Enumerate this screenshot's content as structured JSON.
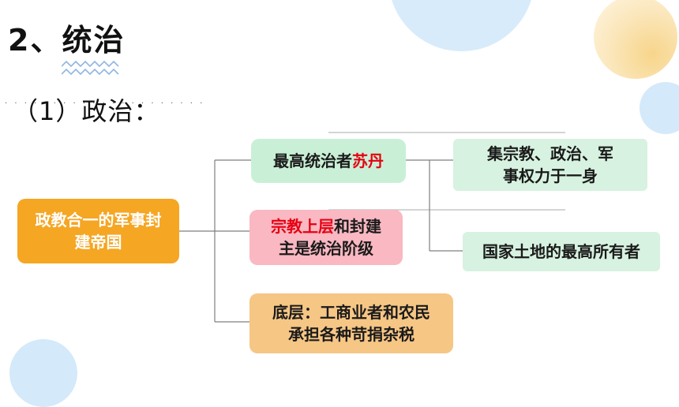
{
  "slide": {
    "heading": "2、统治",
    "subheading": "（1）政治："
  },
  "diagram": {
    "root": {
      "hl": "政教合一",
      "rest": "的军事封\n建帝国"
    },
    "top": {
      "text": "最高统治者",
      "hl": "苏丹"
    },
    "middle": {
      "hl": "宗教上层",
      "rest": "和封建\n主是统治阶级"
    },
    "bottom": {
      "text": "底层：工商业者和农民\n承担各种苛捐杂税"
    },
    "right_top": {
      "text": "集宗教、政治、军\n事权力于一身"
    },
    "right_bottom": {
      "text": "国家土地的最高所有者"
    }
  },
  "colors": {
    "root_fill": "#f5a623",
    "green_fill": "#c9f0d6",
    "pink_fill": "#f9b8c2",
    "orange_fill": "#f6c685",
    "highlight_red": "#e60012"
  }
}
